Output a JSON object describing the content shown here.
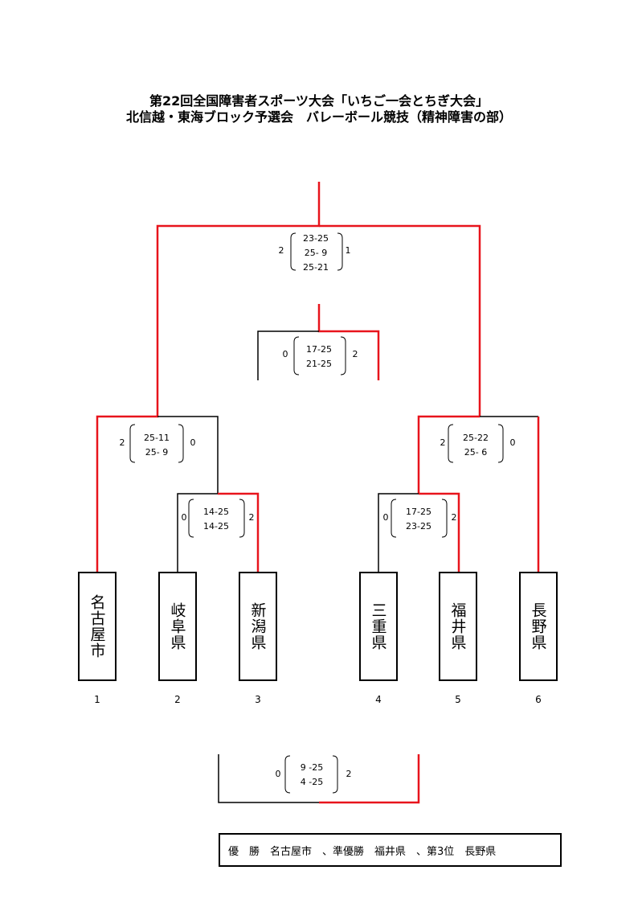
{
  "title": {
    "line1": "第22回全国障害者スポーツ大会「いちご一会とちぎ大会」",
    "line2": "北信越・東海ブロック予選会　バレーボール競技（精神障害の部）"
  },
  "teams": [
    {
      "seed": "1",
      "name": "名古屋市"
    },
    {
      "seed": "2",
      "name": "岐阜県"
    },
    {
      "seed": "3",
      "name": "新潟県"
    },
    {
      "seed": "4",
      "name": "三重県"
    },
    {
      "seed": "5",
      "name": "福井県"
    },
    {
      "seed": "6",
      "name": "長野県"
    }
  ],
  "matches": {
    "final": {
      "left_sets": "2",
      "right_sets": "1",
      "scores": [
        "23-25",
        "25- 9",
        "25-21"
      ]
    },
    "third_place": {
      "left_sets": "0",
      "right_sets": "2",
      "scores": [
        "17-25",
        "21-25"
      ]
    },
    "semi_left": {
      "left_sets": "2",
      "right_sets": "0",
      "scores": [
        "25-11",
        "25- 9"
      ]
    },
    "semi_right": {
      "left_sets": "2",
      "right_sets": "0",
      "scores": [
        "25-22",
        "25- 6"
      ]
    },
    "r1_left": {
      "left_sets": "0",
      "right_sets": "2",
      "scores": [
        "14-25",
        "14-25"
      ]
    },
    "r1_right": {
      "left_sets": "0",
      "right_sets": "2",
      "scores": [
        "17-25",
        "23-25"
      ]
    },
    "fifth_place": {
      "left_sets": "0",
      "right_sets": "2",
      "scores": [
        "9 -25",
        "4 -25"
      ]
    }
  },
  "result": "優　勝　名古屋市　、準優勝　福井県　、第3位　長野県",
  "colors": {
    "winner_line": "#e8141c",
    "loser_line": "#000000"
  }
}
